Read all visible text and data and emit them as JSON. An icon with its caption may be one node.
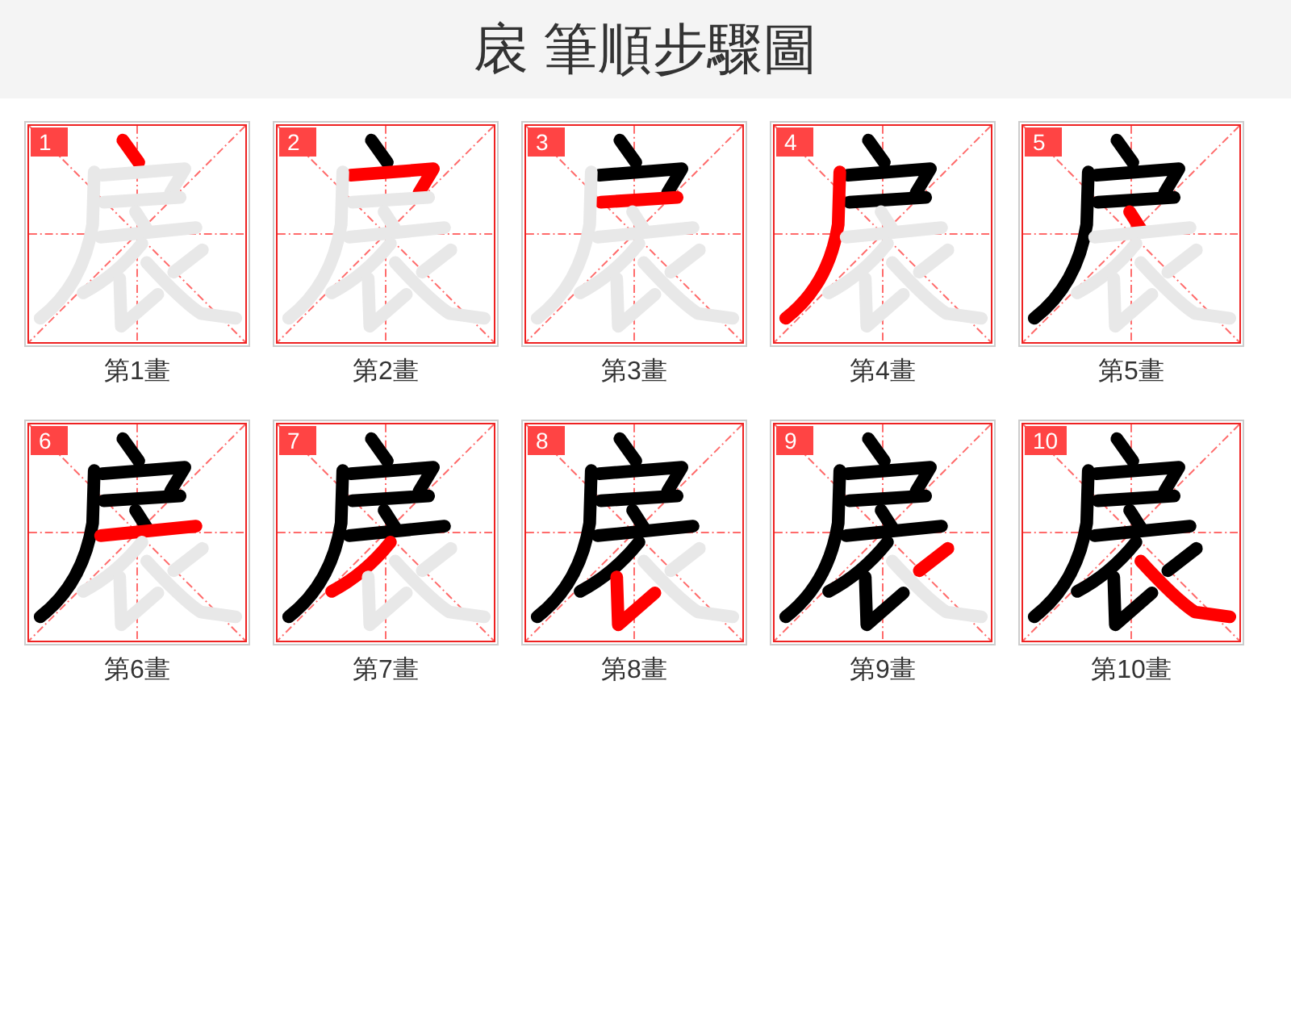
{
  "diagram": {
    "title": "扆 筆順步驟圖",
    "nodes": [
      {
        "text": [
          "1"
        ],
        "beside": [
          "第1畫"
        ]
      },
      {
        "text": [
          "2"
        ],
        "beside": [
          "第2畫"
        ]
      },
      {
        "text": [
          "3"
        ],
        "beside": [
          "第3畫"
        ]
      },
      {
        "text": [
          "4"
        ],
        "beside": [
          "第4畫"
        ]
      },
      {
        "text": [
          "5"
        ],
        "beside": [
          "第5畫"
        ]
      },
      {
        "text": [
          "6"
        ],
        "beside": [
          "第6畫"
        ]
      },
      {
        "text": [
          "7"
        ],
        "beside": [
          "第7畫"
        ]
      },
      {
        "text": [
          "8"
        ],
        "beside": [
          "第8畫"
        ]
      },
      {
        "text": [
          "9"
        ],
        "beside": [
          "第9畫"
        ]
      },
      {
        "text": [
          "10"
        ],
        "beside": [
          "第10畫"
        ]
      }
    ]
  }
}
